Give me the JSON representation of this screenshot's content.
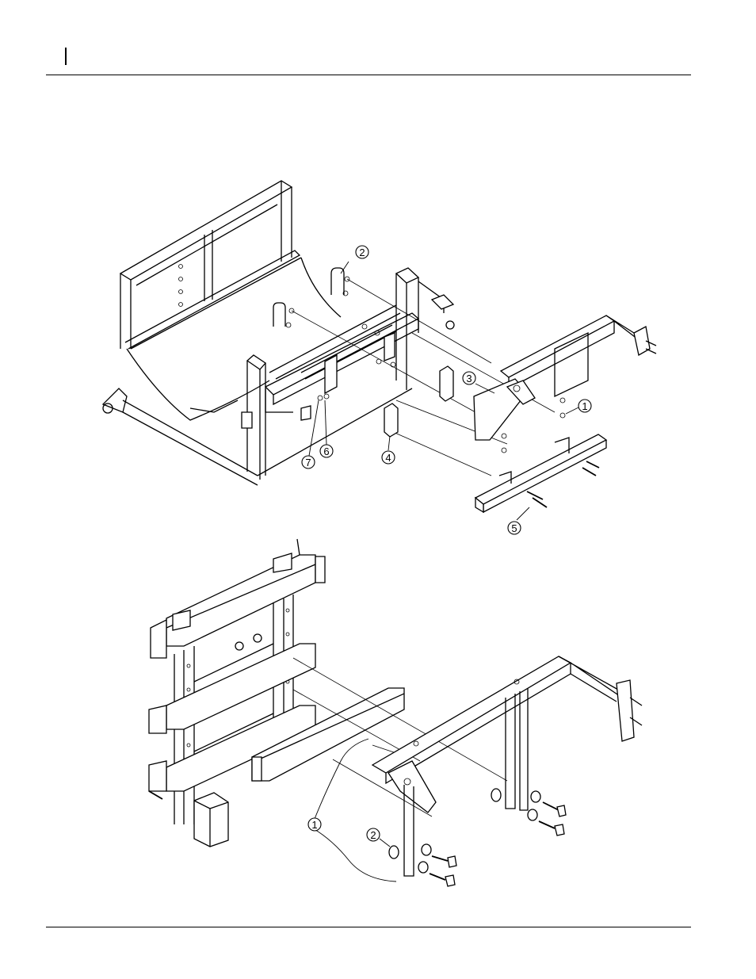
{
  "diagram_top": {
    "callouts": [
      "1",
      "2",
      "3",
      "4",
      "5",
      "6",
      "7"
    ]
  },
  "diagram_bottom": {
    "callouts": [
      "1",
      "2"
    ]
  }
}
